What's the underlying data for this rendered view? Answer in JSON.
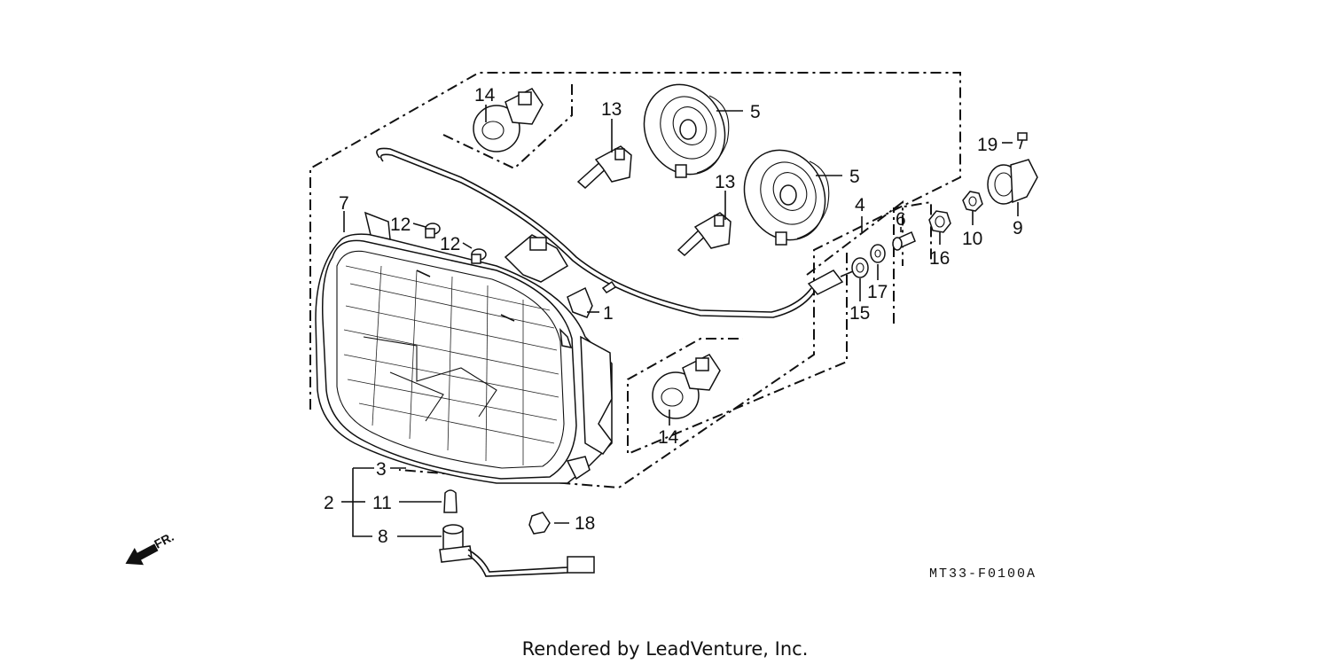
{
  "diagram": {
    "callouts": {
      "c1": "1",
      "c2": "2",
      "c3": "3",
      "c4": "4",
      "c5a": "5",
      "c5b": "5",
      "c6": "6",
      "c7": "7",
      "c8": "8",
      "c9": "9",
      "c10": "10",
      "c11": "11",
      "c12a": "12",
      "c12b": "12",
      "c13a": "13",
      "c13b": "13",
      "c14a": "14",
      "c14b": "14",
      "c15": "15",
      "c16": "16",
      "c17": "17",
      "c18": "18",
      "c19": "19"
    },
    "direction_label": "FR.",
    "diagram_code": "MT33-F0100A"
  },
  "footer": {
    "credit": "Rendered by LeadVenture, Inc."
  }
}
